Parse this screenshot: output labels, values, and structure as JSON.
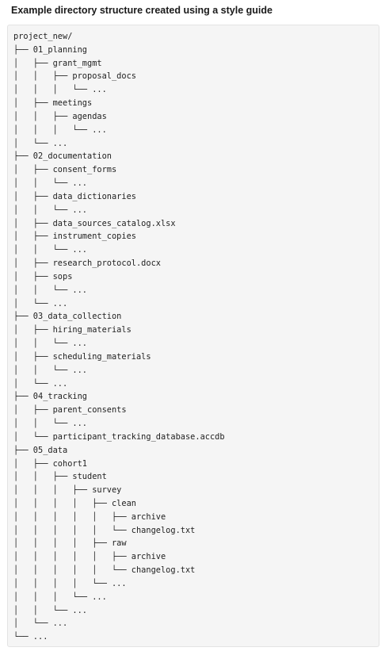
{
  "caption": "Example directory structure created using a style guide",
  "tree_lines": [
    "project_new/",
    "├── 01_planning",
    "│   ├── grant_mgmt",
    "│   │   ├── proposal_docs",
    "│   │   │   └── ...",
    "│   ├── meetings",
    "│   │   ├── agendas",
    "│   │   │   └── ...",
    "│   └── ...",
    "├── 02_documentation",
    "│   ├── consent_forms",
    "│   │   └── ...",
    "│   ├── data_dictionaries",
    "│   │   └── ...",
    "│   ├── data_sources_catalog.xlsx",
    "│   ├── instrument_copies",
    "│   │   └── ...",
    "│   ├── research_protocol.docx",
    "│   ├── sops",
    "│   │   └── ...",
    "│   └── ...",
    "├── 03_data_collection",
    "│   ├── hiring_materials",
    "│   │   └── ...",
    "│   ├── scheduling_materials",
    "│   │   └── ...",
    "│   └── ...",
    "├── 04_tracking",
    "│   ├── parent_consents",
    "│   │   └── ...",
    "│   └── participant_tracking_database.accdb",
    "├── 05_data",
    "│   ├── cohort1",
    "│   │   ├── student",
    "│   │   │   ├── survey",
    "│   │   │   │   ├── clean",
    "│   │   │   │   │   ├── archive",
    "│   │   │   │   │   └── changelog.txt",
    "│   │   │   │   ├── raw",
    "│   │   │   │   │   ├── archive",
    "│   │   │   │   │   └── changelog.txt",
    "│   │   │   │   └── ...",
    "│   │   │   └── ...",
    "│   │   └── ...",
    "│   └── ...",
    "└── ..."
  ]
}
